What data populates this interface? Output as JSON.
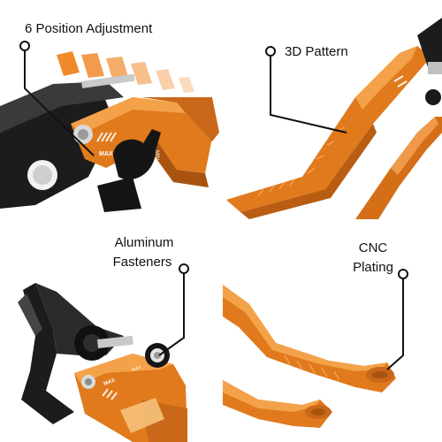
{
  "panels": [
    {
      "label": "6 Position Adjustment"
    },
    {
      "label": "3D Pattern"
    },
    {
      "label_line1": "Aluminum",
      "label_line2": "Fasteners"
    },
    {
      "label_line1": "CNC",
      "label_line2": "Plating"
    }
  ],
  "colors": {
    "orange": "#e07a1c",
    "orange_light": "#f3a24a",
    "orange_dark": "#a8530e",
    "black_part": "#1c1c1c",
    "callout": "#111111"
  }
}
